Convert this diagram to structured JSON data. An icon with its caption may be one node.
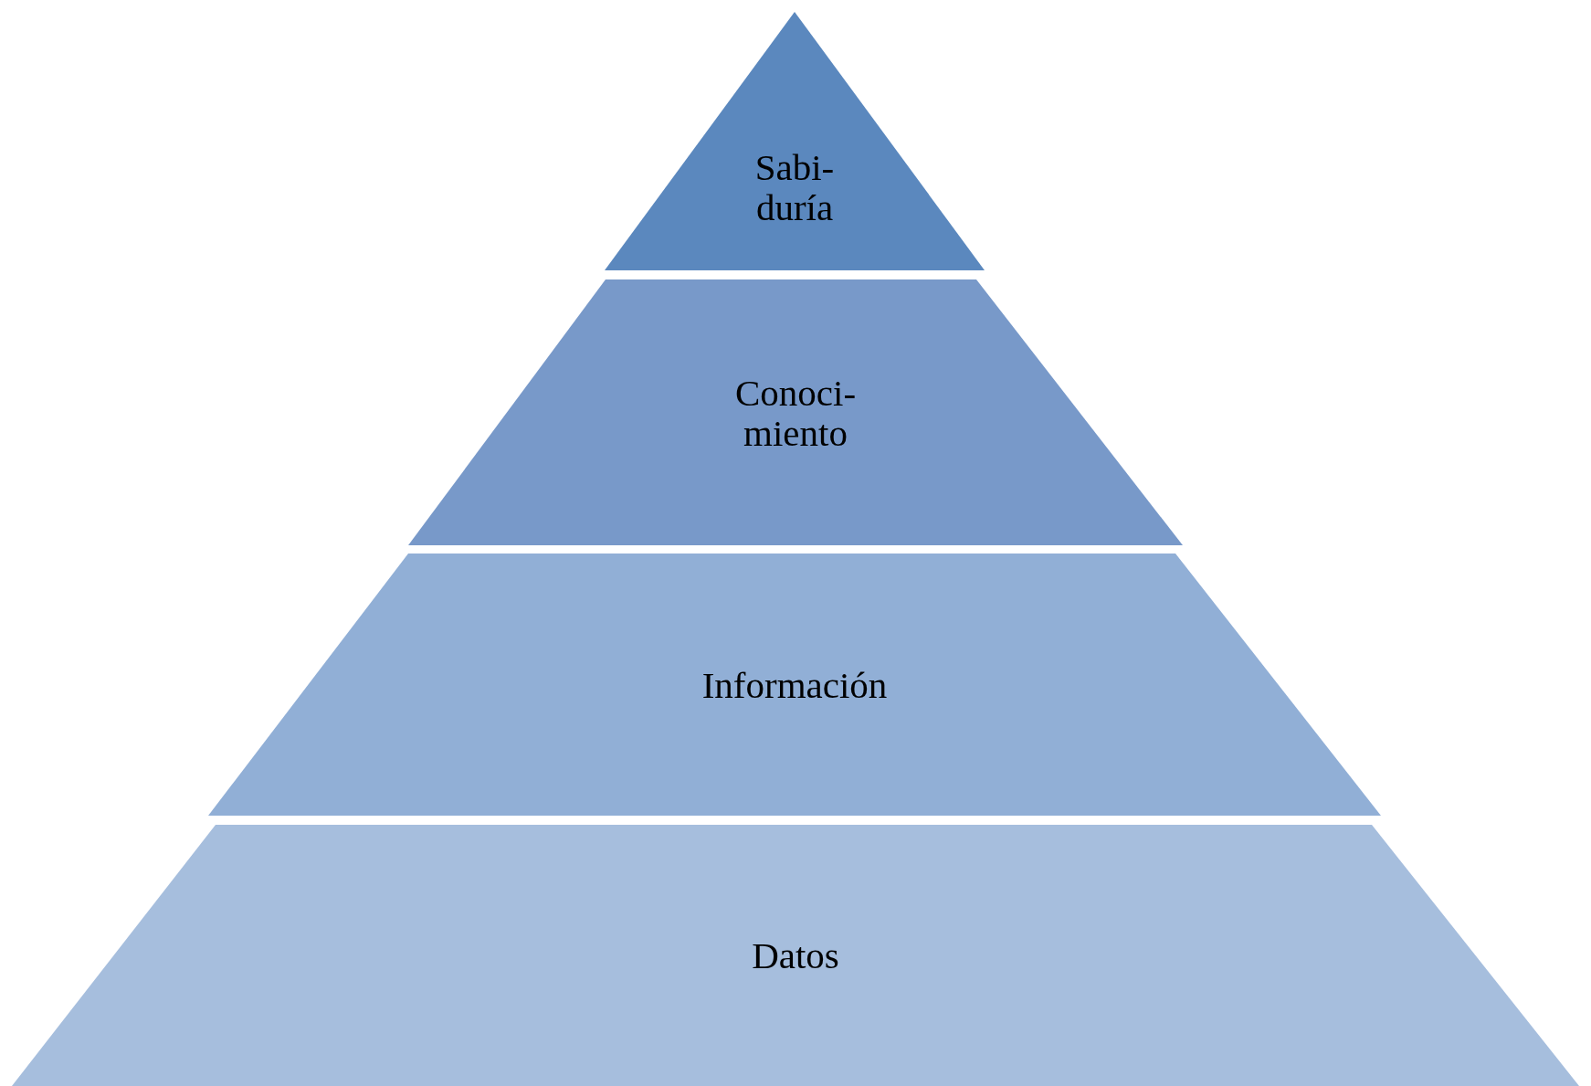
{
  "diagram": {
    "nodes": [
      {
        "text": [
          "Sabi- duría"
        ]
      },
      {
        "text": [
          "Conoci- miento"
        ]
      },
      {
        "text": [
          "Información"
        ]
      },
      {
        "text": [
          "Datos"
        ]
      }
    ]
  }
}
